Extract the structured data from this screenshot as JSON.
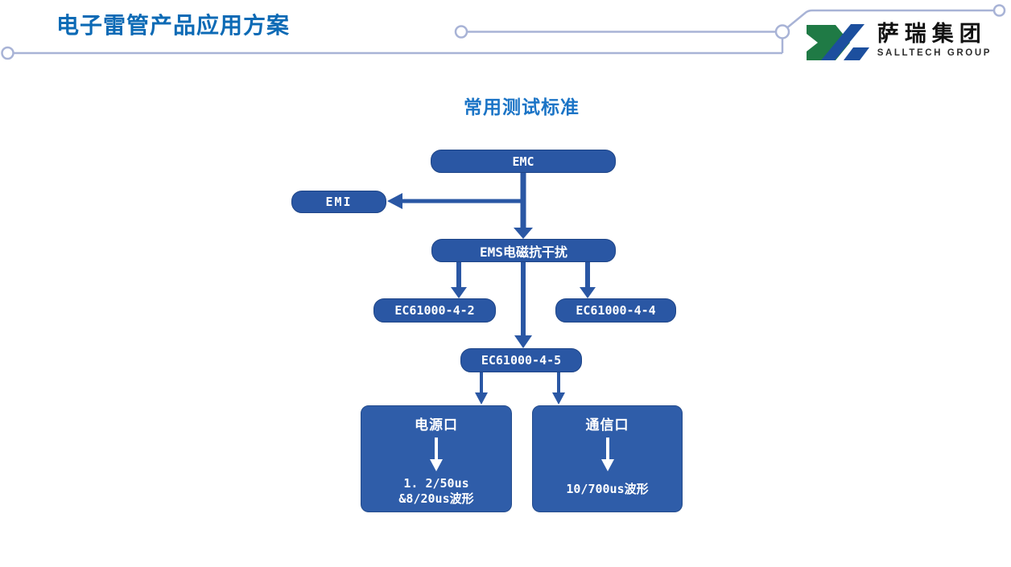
{
  "header": {
    "title": "电子雷管产品应用方案"
  },
  "logo": {
    "company_cn": "萨瑞集团",
    "company_en": "SALLTECH GROUP",
    "mark_green": "#1F7A45",
    "mark_blue": "#1C4F9E"
  },
  "diagram": {
    "subtitle": "常用测试标准",
    "nodes": {
      "emc": {
        "label": "EMC"
      },
      "emi": {
        "label": "EMI"
      },
      "ems": {
        "label": "EMS电磁抗干扰"
      },
      "ec42": {
        "label": "EC61000-4-2"
      },
      "ec44": {
        "label": "EC61000-4-4"
      },
      "ec45": {
        "label": "EC61000-4-5"
      },
      "power": {
        "title": "电源口",
        "line1": "1. 2/50us",
        "line2": "&8/20us波形"
      },
      "comm": {
        "title": "通信口",
        "line1": "10/700us波形"
      }
    }
  },
  "colors": {
    "title_blue": "#0C6AB5",
    "subtitle_blue": "#1B74C6",
    "node_fill": "#2A57A4",
    "big_node_fill": "#2F5DA9",
    "connector": "#2A57A4",
    "decor_line": "#A8B3D6"
  }
}
